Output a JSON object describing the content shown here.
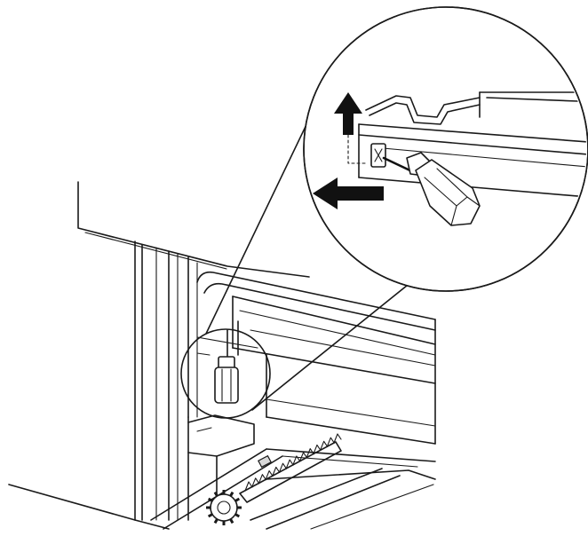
{
  "figure": {
    "kind": "installation-illustration",
    "line_color": "#1a1a1a",
    "background": "#ffffff",
    "callout_magnified": true,
    "arrows": [
      "arrow-up",
      "arrow-left"
    ],
    "tool": "screwdriver"
  }
}
